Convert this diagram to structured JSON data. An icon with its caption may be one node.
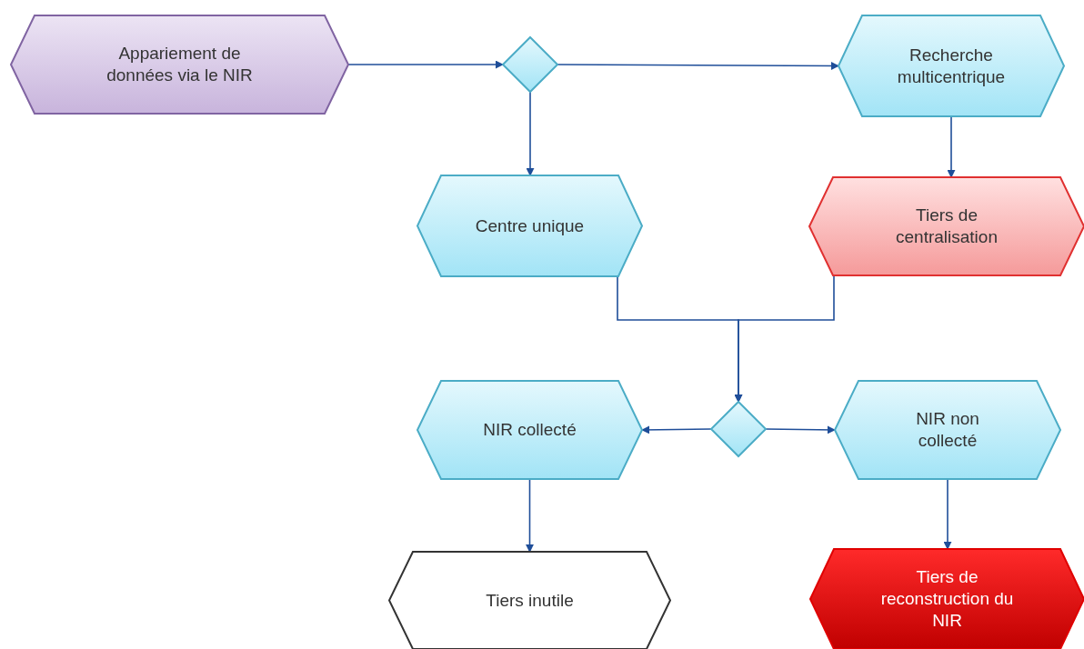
{
  "diagram": {
    "nodes": [
      {
        "text": [
          "Appariement de données via le NIR"
        ]
      },
      {
        "text": [],
        "shape": "diamond"
      },
      {
        "text": [
          "Recherche multicentrique"
        ]
      },
      {
        "text": [
          "Centre unique"
        ]
      },
      {
        "text": [
          "Tiers de centralisation"
        ]
      },
      {
        "text": [],
        "shape": "diamond"
      },
      {
        "text": [
          "NIR collecté"
        ]
      },
      {
        "text": [
          "NIR non collecté"
        ]
      },
      {
        "text": [
          "Tiers inutile"
        ]
      },
      {
        "text": [
          "Tiers de reconstruction du NIR"
        ]
      }
    ],
    "edges": [
      {
        "from": 0,
        "to": 1,
        "arrow": "to"
      },
      {
        "from": 1,
        "to": 2,
        "arrow": "to"
      },
      {
        "from": 1,
        "to": 3,
        "arrow": "to"
      },
      {
        "from": 2,
        "to": 4,
        "arrow": "to"
      },
      {
        "from": 3,
        "to": 5,
        "arrow": "to"
      },
      {
        "from": 4,
        "to": 5,
        "arrow": "to"
      },
      {
        "from": 5,
        "to": 6,
        "arrow": "to"
      },
      {
        "from": 5,
        "to": 7,
        "arrow": "to"
      },
      {
        "from": 6,
        "to": 8,
        "arrow": "to"
      },
      {
        "from": 7,
        "to": 9,
        "arrow": "to"
      }
    ]
  }
}
